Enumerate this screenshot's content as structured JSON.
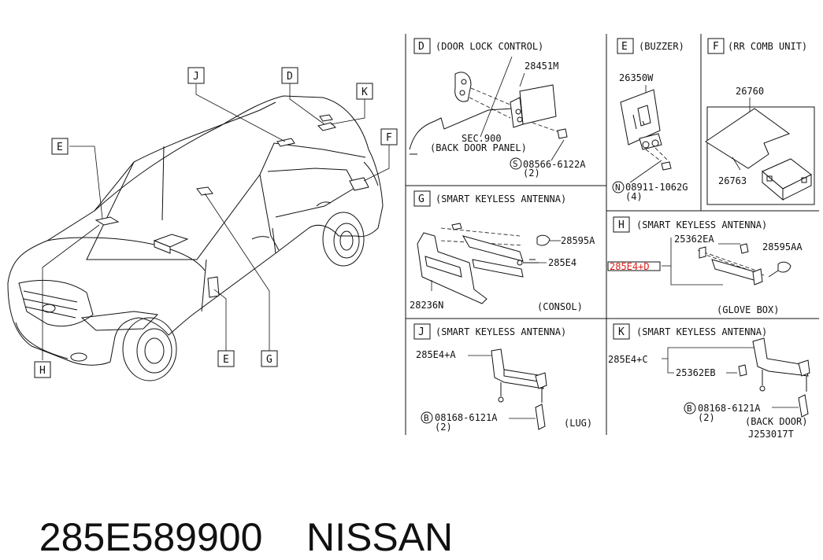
{
  "overview": {
    "callouts": {
      "j": "J",
      "d": "D",
      "k": "K",
      "e_top": "E",
      "f": "F",
      "h": "H",
      "e_bottom": "E",
      "g": "G"
    }
  },
  "panels": {
    "d": {
      "letter": "D",
      "title": "(DOOR LOCK CONTROL)",
      "part_main": "28451M",
      "sec": "SEC.900",
      "sec_desc": "(BACK DOOR PANEL)",
      "bolt_prefix": "S",
      "bolt": "08566-6122A",
      "bolt_qty": "(2)"
    },
    "e": {
      "letter": "E",
      "title": "(BUZZER)",
      "part_main": "26350W",
      "nut_prefix": "N",
      "nut": "08911-1062G",
      "nut_qty": "(4)"
    },
    "f": {
      "letter": "F",
      "title": "(RR COMB UNIT)",
      "part_main": "26760",
      "part_sub": "26763"
    },
    "g": {
      "letter": "G",
      "title": "(SMART KEYLESS ANTENNA)",
      "part_screw": "28595A",
      "part_antenna": "285E4",
      "part_bracket": "28236N",
      "location": "(CONSOL)"
    },
    "h": {
      "letter": "H",
      "title": "(SMART KEYLESS ANTENNA)",
      "part_clip": "25362EA",
      "part_screw": "28595AA",
      "highlighted_part": "285E4+D",
      "location": "(GLOVE BOX)",
      "highlight_color": "#e0201b"
    },
    "j": {
      "letter": "J",
      "title": "(SMART KEYLESS ANTENNA)",
      "part_antenna": "285E4+A",
      "bolt_prefix": "B",
      "bolt": "08168-6121A",
      "bolt_qty": "(2)",
      "location": "(LUG)"
    },
    "k": {
      "letter": "K",
      "title": "(SMART KEYLESS ANTENNA)",
      "part_antenna": "285E4+C",
      "part_clip": "25362EB",
      "bolt_prefix": "B",
      "bolt": "08168-6121A",
      "bolt_qty": "(2)",
      "location": "(BACK DOOR)",
      "drawing_code": "J253017T"
    }
  },
  "caption": {
    "part_number": "285E589900",
    "brand": "NISSAN"
  }
}
